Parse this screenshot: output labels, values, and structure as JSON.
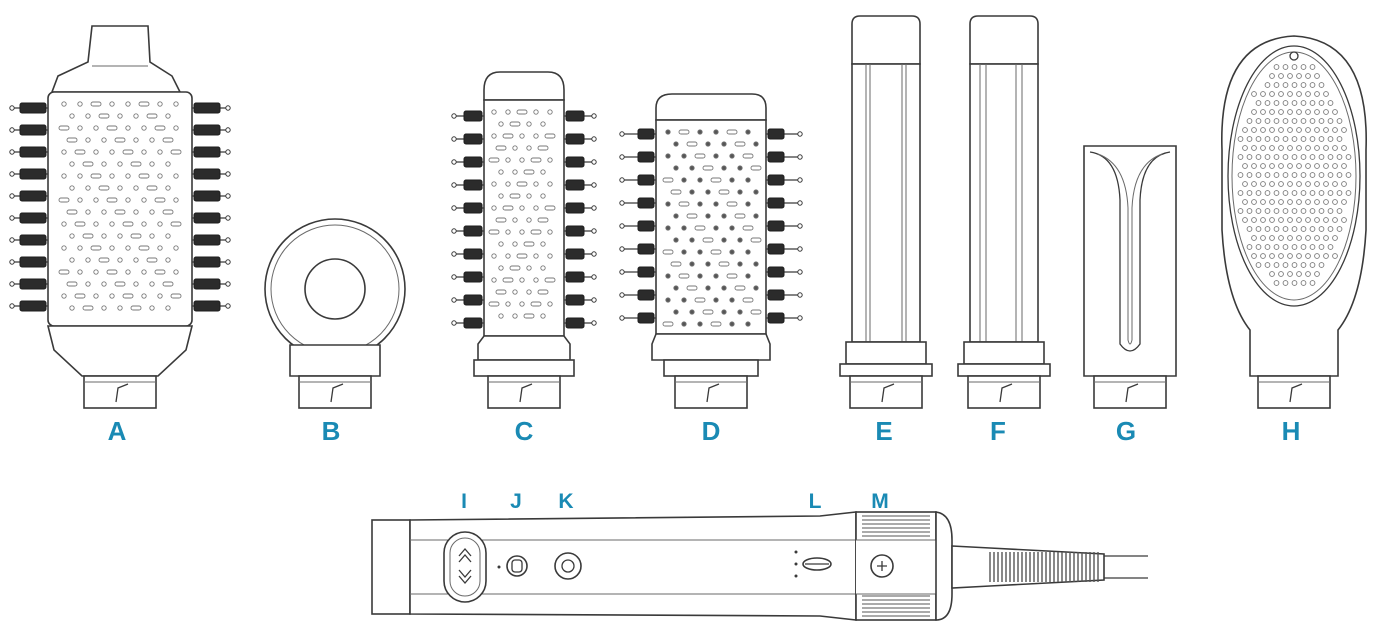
{
  "accent_color": "#1a8ab4",
  "attachments": [
    {
      "id": "A",
      "label": "A",
      "kind": "large-round-brush"
    },
    {
      "id": "B",
      "label": "B",
      "kind": "concentrator-nozzle"
    },
    {
      "id": "C",
      "label": "C",
      "kind": "medium-round-brush"
    },
    {
      "id": "D",
      "label": "D",
      "kind": "small-round-brush"
    },
    {
      "id": "E",
      "label": "E",
      "kind": "curling-barrel"
    },
    {
      "id": "F",
      "label": "F",
      "kind": "curling-barrel"
    },
    {
      "id": "G",
      "label": "G",
      "kind": "straightening-attachment"
    },
    {
      "id": "H",
      "label": "H",
      "kind": "paddle-brush"
    }
  ],
  "handle": {
    "kind": "handle",
    "controls": [
      {
        "id": "I",
        "label": "I"
      },
      {
        "id": "J",
        "label": "J"
      },
      {
        "id": "K",
        "label": "K"
      },
      {
        "id": "L",
        "label": "L"
      },
      {
        "id": "M",
        "label": "M"
      }
    ]
  }
}
